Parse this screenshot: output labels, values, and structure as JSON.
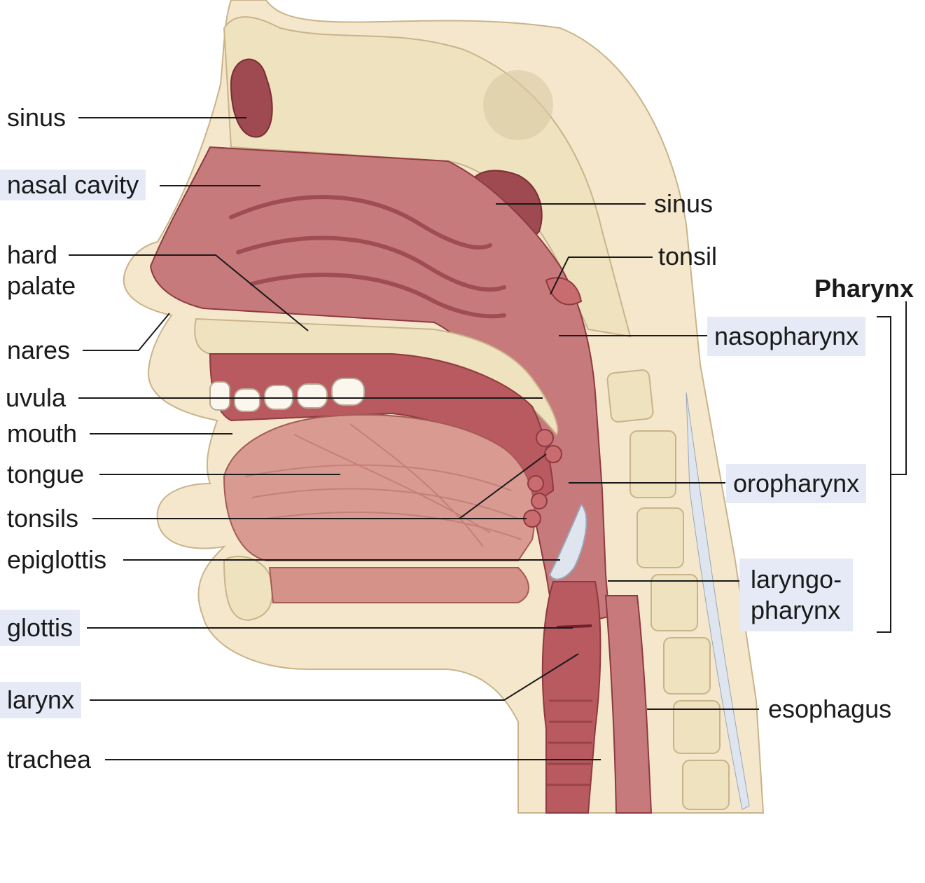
{
  "colors": {
    "label_highlight": "#e6eaf7",
    "leader_line": "#1a1a1a",
    "mucosa": "#b85a5f",
    "mucosa_dark": "#8e3a40",
    "cavity": "#c77a7c",
    "bone": "#efe2bf",
    "bone_spongy": "#d9c48e",
    "skin": "#f4e7cc",
    "cartilage": "#dfe5ee",
    "muscle": "#d99a92"
  },
  "labels": {
    "sinus_front": "sinus",
    "nasal_cavity": "nasal cavity",
    "hard_palate": "hard\npalate",
    "nares": "nares",
    "uvula": "uvula",
    "mouth": "mouth",
    "tongue": "tongue",
    "tonsils": "tonsils",
    "epiglottis": "epiglottis",
    "glottis": "glottis",
    "larynx": "larynx",
    "trachea": "trachea",
    "sinus_back": "sinus",
    "tonsil": "tonsil",
    "pharynx": "Pharynx",
    "nasopharynx": "nasopharynx",
    "oropharynx": "oropharynx",
    "laryngopharynx": "laryngo-\npharynx",
    "esophagus": "esophagus"
  }
}
